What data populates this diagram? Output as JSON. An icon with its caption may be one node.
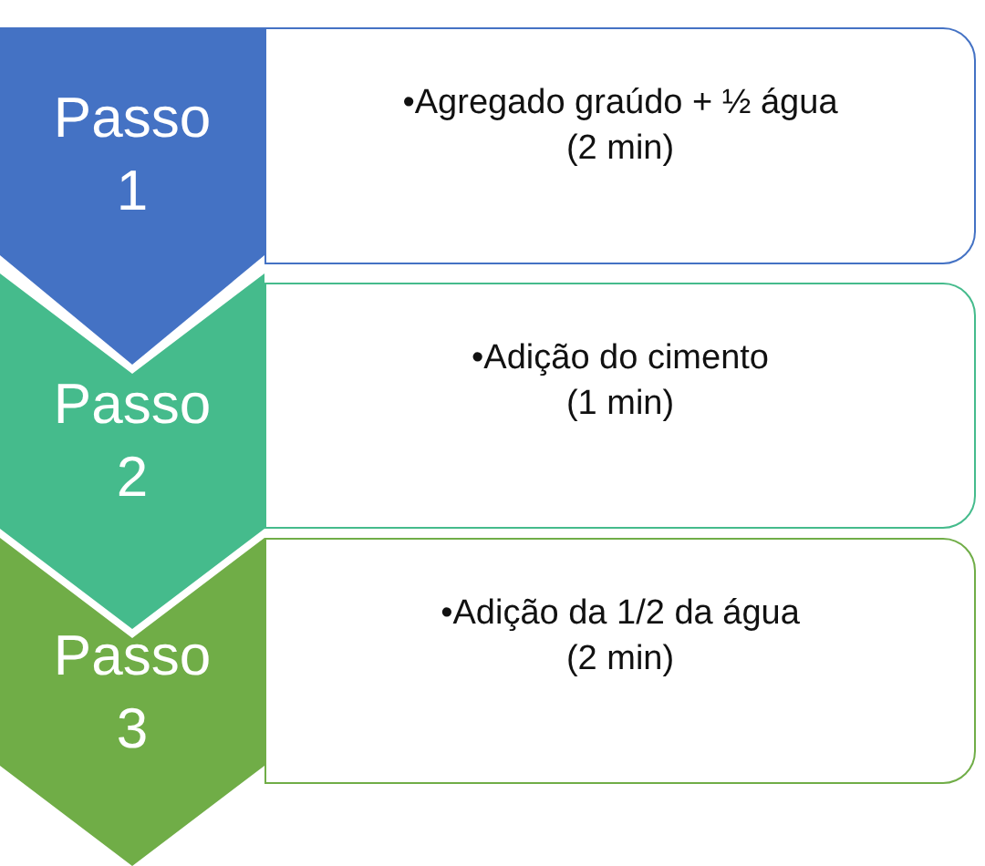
{
  "diagram": {
    "nodes": [
      {
        "text": [
          "Passo 1"
        ]
      },
      {
        "text": [
          "•Agregado graúdo + ½ água",
          "(2 min)"
        ]
      },
      {
        "text": [
          "Passo 2"
        ]
      },
      {
        "text": [
          "•Adição do cimento",
          "(1 min)"
        ]
      },
      {
        "text": [
          "Passo 3"
        ]
      },
      {
        "text": [
          "•Adição da 1/2 da água",
          "(2 min)"
        ]
      }
    ],
    "edges": []
  }
}
